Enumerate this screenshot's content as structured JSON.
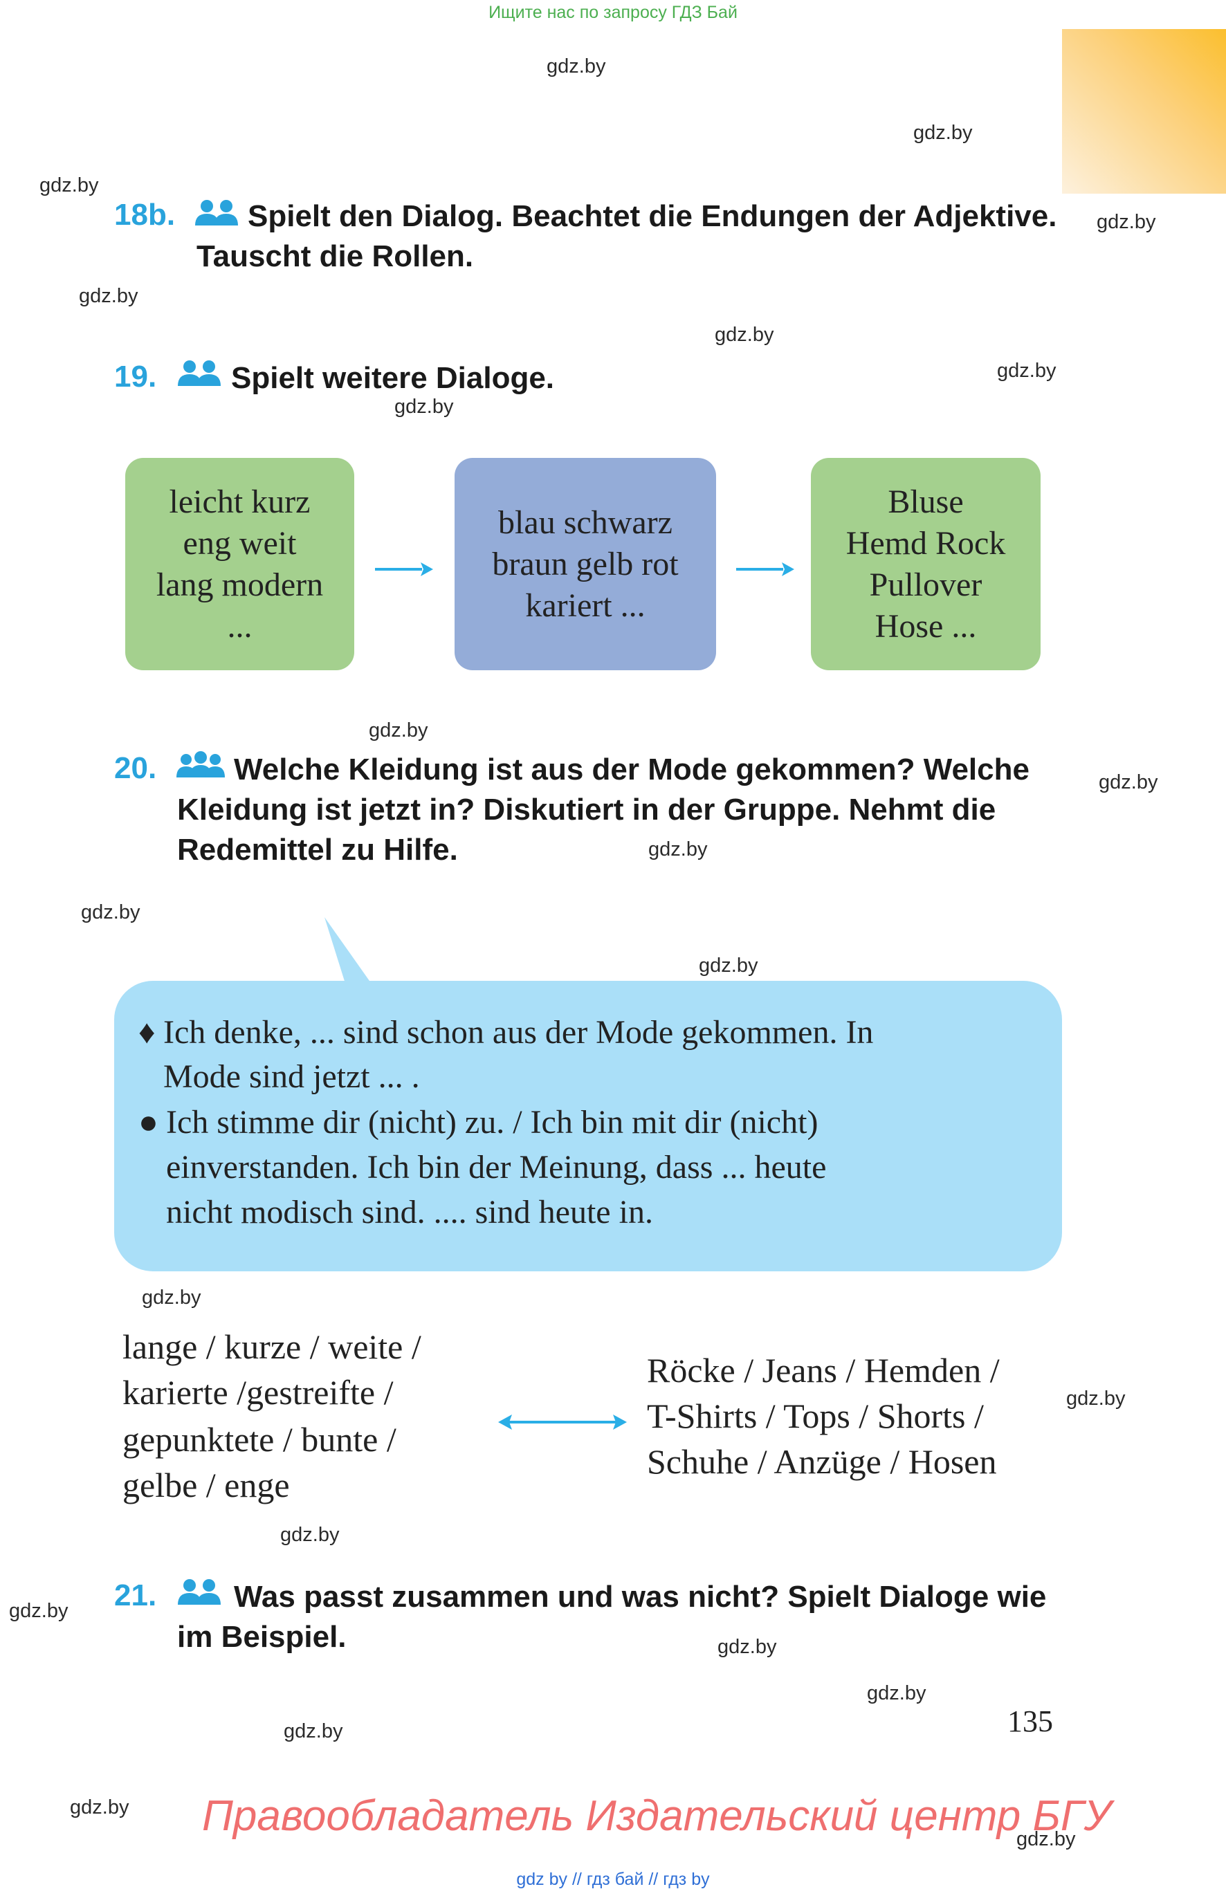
{
  "top_banner": "Ищите нас по запросу ГДЗ Бай",
  "watermark": "gdz.by",
  "exercises": {
    "ex18b": {
      "number": "18b.",
      "line1": "Spielt den Dialog. Beachtet die Endungen der Adjektive.",
      "line2": "Tauscht die Rollen."
    },
    "ex19": {
      "number": "19.",
      "line1": "Spielt weitere Dialoge."
    },
    "ex20": {
      "number": "20.",
      "line1": "Welche Kleidung ist aus der Mode gekommen? Welche",
      "line2": "Kleidung ist jetzt in? Diskutiert in der Gruppe. Nehmt die",
      "line3": "Redemittel zu Hilfe."
    },
    "ex21": {
      "number": "21.",
      "line1": "Was passt zusammen und was nicht? Spielt Dialoge wie",
      "line2": "im Beispiel."
    }
  },
  "boxes": {
    "adjectives": [
      "leicht kurz",
      "eng weit",
      "lang modern",
      "..."
    ],
    "colors": [
      "blau schwarz",
      "braun gelb rot",
      "kariert ..."
    ],
    "clothes": [
      "Bluse",
      "Hemd Rock",
      "Pullover",
      "Hose ..."
    ],
    "colors_hex": {
      "green": "#a4d08e",
      "blue": "#94acd8",
      "bubble": "#aadff8",
      "arrow": "#2aaee6",
      "number": "#29a3dc"
    }
  },
  "redemittel": {
    "bullet1_symbol": "♦",
    "bullet1_line1": "Ich denke, ... sind schon aus der Mode gekommen. In",
    "bullet1_line2": "Mode sind jetzt ... .",
    "bullet2_symbol": "●",
    "bullet2_line1": "Ich stimme dir (nicht) zu. / Ich bin mit dir (nicht)",
    "bullet2_line2": "einverstanden. Ich bin der Meinung, dass ... heute",
    "bullet2_line3": "nicht modisch sind. .... sind heute in."
  },
  "word_columns": {
    "left": [
      "lange / kurze / weite /",
      "karierte /gestreifte /",
      "gepunktete / bunte /",
      "gelbe / enge"
    ],
    "right": [
      "Röcke / Jeans / Hemden /",
      "T-Shirts / Tops / Shorts /",
      "Schuhe / Anzüge / Hosen"
    ]
  },
  "page_number": "135",
  "rights_holder": "Правообладатель Издательский центр БГУ",
  "bottom_links": "gdz by  //  гдз бай  //  гдз by"
}
